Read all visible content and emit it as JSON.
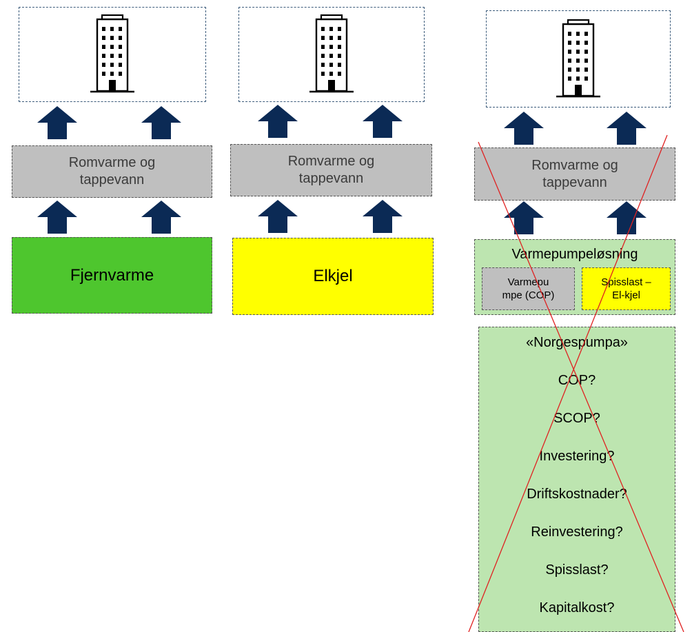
{
  "colors": {
    "arrow": "#0b2a55",
    "room_fill": "#bfbfbf",
    "district_heating": "#4ec62e",
    "electric_boiler": "#ffff00",
    "heat_pump_panel": "#bde5b0",
    "cross_line": "#e02020"
  },
  "icons": [
    "building-icon",
    "arrow-up-icon"
  ],
  "columns": [
    {
      "room_label": "Romvarme og tappevann",
      "source_label": "Fjernvarme"
    },
    {
      "room_label": "Romvarme og tappevann",
      "source_label": "Elkjel"
    },
    {
      "room_label": "Romvarme og tappevann"
    }
  ],
  "heat_pump_solution": {
    "title": "Varmepumpeløsning",
    "heat_pump": "Varmepu mpe (COP)",
    "peak_load": "Spisslast – El-kjel"
  },
  "norgespumpa": {
    "questions": [
      "«Norgespumpa»",
      "COP?",
      "SCOP?",
      "Investering?",
      "Driftskostnader?",
      "Reinvestering?",
      "Spisslast?",
      "Kapitalkost?"
    ]
  },
  "crossed_out": true
}
